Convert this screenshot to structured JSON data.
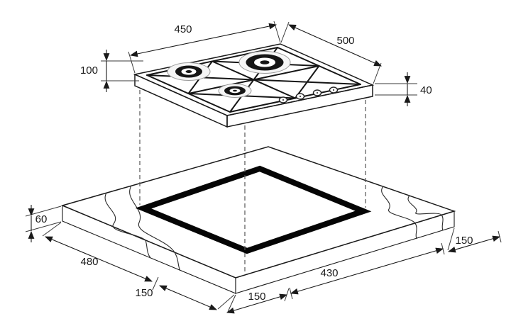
{
  "figure": {
    "kind": "installation-diagram",
    "subject": "gas-hob-worktop-cutout",
    "colors": {
      "line": "#1a1a1a",
      "hob_surface": "#fcfcfc",
      "worktop_surface": "#ebebeb",
      "cutout_edge": "#050505",
      "burner_cap": "#151515",
      "background": "#ffffff"
    },
    "labels": {
      "hob_width": "450",
      "hob_depth": "500",
      "hob_total_height": "100",
      "hob_body_height": "40",
      "worktop_thickness": "60",
      "worktop_depth": "480",
      "margin_front_left": "150",
      "margin_front_center": "150",
      "cutout_width": "430",
      "margin_right": "150"
    }
  }
}
